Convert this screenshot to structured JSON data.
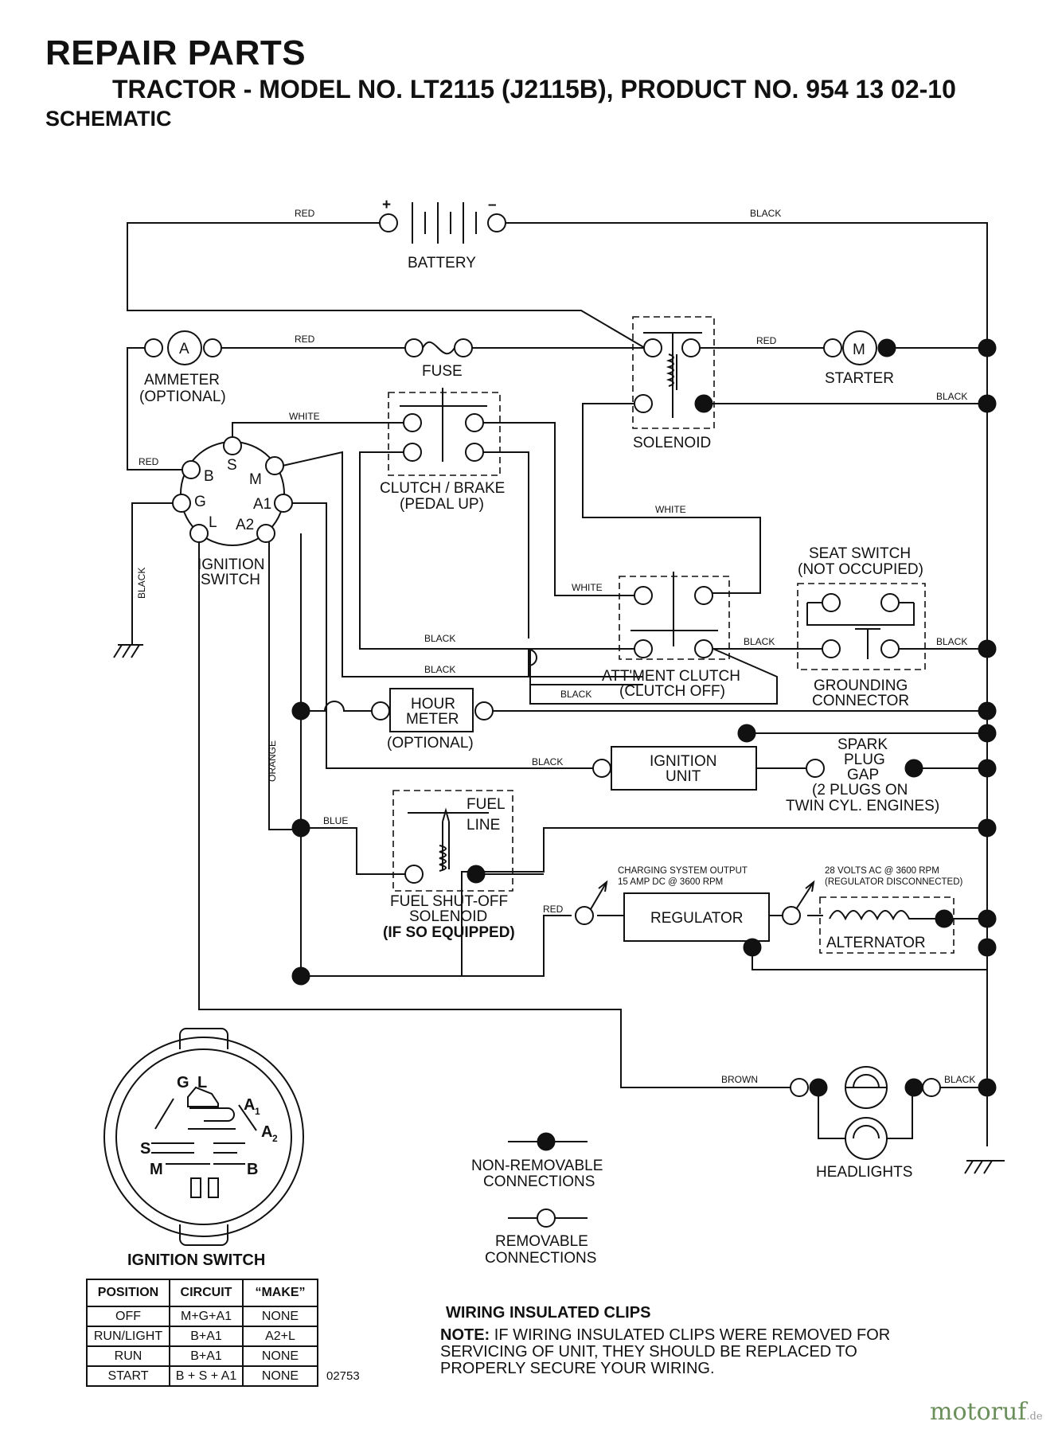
{
  "header": {
    "title": "REPAIR PARTS",
    "subtitle": "TRACTOR - MODEL NO. LT2115 (J2115B), PRODUCT NO. 954 13 02-10",
    "section": "SCHEMATIC"
  },
  "battery": {
    "plus": "+",
    "minus": "–",
    "label": "BATTERY"
  },
  "wires": {
    "red": "RED",
    "black": "BLACK",
    "white": "WHITE",
    "orange": "ORANGE",
    "blue": "BLUE",
    "brown": "BROWN"
  },
  "components": {
    "ammeter": {
      "symbol": "A",
      "label": "AMMETER",
      "note": "(OPTIONAL)"
    },
    "fuse": "FUSE",
    "starter": {
      "symbol": "M",
      "label": "STARTER"
    },
    "solenoid": "SOLENOID",
    "clutch_brake": {
      "label": "CLUTCH / BRAKE",
      "note": "(PEDAL UP)"
    },
    "ignition_switch": {
      "label1": "IGNITION",
      "label2": "SWITCH",
      "terminals": {
        "B": "B",
        "S": "S",
        "M": "M",
        "G": "G",
        "A1": "A1",
        "L": "L",
        "A2": "A2"
      }
    },
    "seat_switch": {
      "label": "SEAT SWITCH",
      "note": "(NOT OCCUPIED)"
    },
    "attachment_clutch": {
      "label": "ATT'MENT CLUTCH",
      "note": "(CLUTCH OFF)"
    },
    "grounding_connector": {
      "line1": "GROUNDING",
      "line2": "CONNECTOR"
    },
    "hour_meter": {
      "line1": "HOUR",
      "line2": "METER",
      "note": "(OPTIONAL)"
    },
    "ignition_unit": {
      "line1": "IGNITION",
      "line2": "UNIT"
    },
    "spark_plug": {
      "line1": "SPARK",
      "line2": "PLUG",
      "line3": "GAP",
      "line4": "(2 PLUGS ON",
      "line5": "TWIN CYL. ENGINES)"
    },
    "fuel_solenoid": {
      "fuel1": "FUEL",
      "fuel2": "LINE",
      "line1": "FUEL SHUT-OFF",
      "line2": "SOLENOID",
      "line3": "(IF SO EQUIPPED)"
    },
    "charging_output": {
      "line1": "CHARGING SYSTEM OUTPUT",
      "line2": "15 AMP DC @ 3600 RPM"
    },
    "alternator_output": {
      "line1": "28 VOLTS AC @ 3600 RPM",
      "line2": "(REGULATOR DISCONNECTED)"
    },
    "regulator": "REGULATOR",
    "alternator": "ALTERNATOR",
    "headlights": "HEADLIGHTS"
  },
  "legend": {
    "non_removable1": "NON-REMOVABLE",
    "non_removable2": "CONNECTIONS",
    "removable1": "REMOVABLE",
    "removable2": "CONNECTIONS"
  },
  "switch_face": {
    "G": "G",
    "L": "L",
    "A1": "A",
    "A1_sub": "1",
    "A2": "A",
    "A2_sub": "2",
    "S": "S",
    "M": "M",
    "B": "B"
  },
  "ignition_table": {
    "caption": "IGNITION SWITCH",
    "columns": [
      "POSITION",
      "CIRCUIT",
      "“MAKE”"
    ],
    "rows": [
      [
        "OFF",
        "M+G+A1",
        "NONE"
      ],
      [
        "RUN/LIGHT",
        "B+A1",
        "A2+L"
      ],
      [
        "RUN",
        "B+A1",
        "NONE"
      ],
      [
        "START",
        "B + S + A1",
        "NONE"
      ]
    ]
  },
  "figure_number": "02753",
  "clips": {
    "title": "WIRING INSULATED CLIPS",
    "note_bold": "NOTE:",
    "note": " IF WIRING INSULATED CLIPS WERE REMOVED FOR SERVICING OF UNIT, THEY SHOULD BE REPLACED TO PROPERLY SECURE YOUR WIRING."
  },
  "watermark": {
    "main": "motoruf",
    "tld": ".de"
  }
}
